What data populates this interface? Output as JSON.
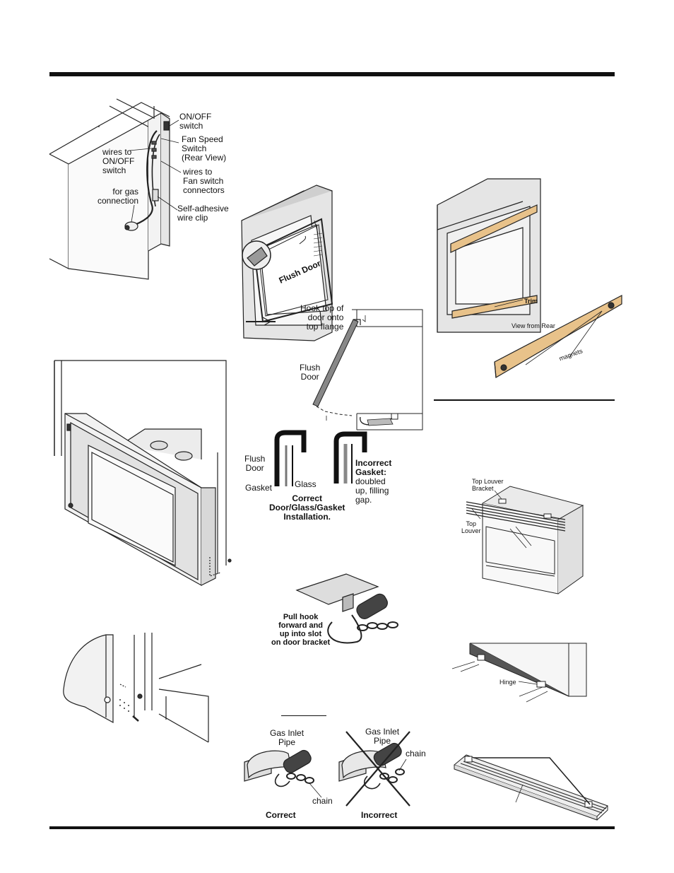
{
  "fig_wiring": {
    "on_off_switch": "ON/OFF\nswitch",
    "fan_speed_switch": "Fan Speed\nSwitch\n(Rear View)",
    "wires_to_on_off": "wires to\nON/OFF\nswitch",
    "wires_to_fan": "wires to\nFan switch\nconnectors",
    "for_gas": "for gas\nconnection",
    "wire_clip": "Self-adhesive\nwire clip"
  },
  "fig_flush_door": {
    "door_label": "Flush Door",
    "hook_top": "Hook top of\ndoor onto\ntop flange",
    "flush_door": "Flush\nDoor"
  },
  "fig_trim": {
    "trim": "Trim",
    "view_from_rear": "View from Rear",
    "magnets": "magnets"
  },
  "fig_gasket": {
    "flush_door": "Flush\nDoor",
    "gasket": "Gasket",
    "glass": "Glass",
    "correct": "Correct\nDoor/Glass/Gasket\nInstallation.",
    "incorrect_title": "Incorrect\nGasket:",
    "incorrect_desc": "doubled\nup, filling\ngap."
  },
  "fig_louver": {
    "top_louver_bracket": "Top Louver\nBracket",
    "top_louver": "Top\nLouver"
  },
  "fig_hook": {
    "pull_hook": "Pull hook\nforward and\nup into slot\non door bracket"
  },
  "fig_hinge": {
    "hinge": "Hinge"
  },
  "fig_chain": {
    "gas_inlet_pipe_1": "Gas Inlet\nPipe",
    "chain_1": "chain",
    "correct": "Correct",
    "gas_inlet_pipe_2": "Gas Inlet\nPipe",
    "chain_2": "chain",
    "incorrect": "Incorrect"
  }
}
